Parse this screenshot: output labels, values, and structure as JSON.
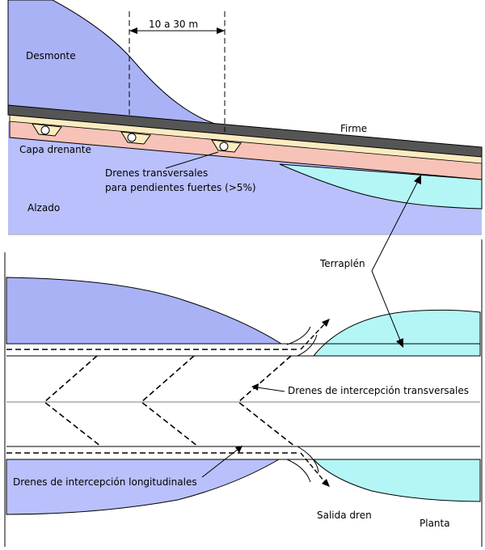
{
  "elevation": {
    "dimension_label": "10 a 30  m",
    "desmonte_label": "Desmonte",
    "firme_label": "Firme",
    "capa_drenante_label": "Capa drenante",
    "drenes_transversales_line1": "Drenes transversales",
    "drenes_transversales_line2": "para pendientes fuertes (>5%)",
    "alzado_label": "Alzado"
  },
  "plan": {
    "terraplen_label": "Terraplén",
    "drenes_interc_transversales_label": "Drenes de intercepción transversales",
    "drenes_interc_longitudinales_label": "Drenes de intercepción longitudinales",
    "salida_dren_label": "Salida dren",
    "planta_label": "Planta"
  },
  "colors": {
    "ground": "#b9c0fb",
    "cut": "#a9b2f5",
    "fill": "#b4f6f6",
    "drain_layer": "#f7c3b8",
    "pavement": "#555555",
    "drain_band": "#fbecc0"
  }
}
